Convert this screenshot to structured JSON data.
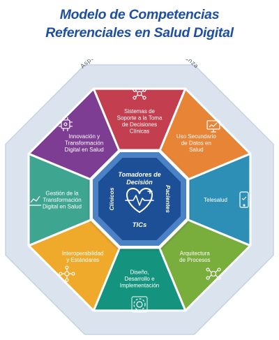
{
  "title": {
    "line1": "Modelo de Competencias",
    "line2": "Referenciales en Salud Digital"
  },
  "ring_label": "Aspectos Éticos, Legales y Gobernanza",
  "colors": {
    "title": "#1f4fa0",
    "ring": "#dbe3ee",
    "center": "#1e4f95",
    "center_ring": "#4c82c6"
  },
  "segments": [
    {
      "id": "sistemas",
      "lines": [
        "Sistemas de",
        "Soporte a la Toma",
        "de Decisiones",
        "Clínicas"
      ],
      "color": "#c33f4f",
      "icon": "network-icon"
    },
    {
      "id": "uso",
      "lines": [
        "Uso Secundario",
        "de Datos en",
        "Salud"
      ],
      "color": "#e88436",
      "icon": "monitor-icon"
    },
    {
      "id": "telesalud",
      "lines": [
        "Telesalud"
      ],
      "color": "#2e8fb6",
      "icon": "smartphone-icon"
    },
    {
      "id": "arquitectura",
      "lines": [
        "Arquitectura",
        "de Procesos"
      ],
      "color": "#79ad3c",
      "icon": "workflow-icon"
    },
    {
      "id": "diseno",
      "lines": [
        "Diseño,",
        "Desarrollo e",
        "Implementación"
      ],
      "color": "#14947e",
      "icon": "gear-icon"
    },
    {
      "id": "interop",
      "lines": [
        "Interoperabilidad",
        "y Estándares"
      ],
      "color": "#efaa2c",
      "icon": "hub-icon"
    },
    {
      "id": "gestion",
      "lines": [
        "Gestión de la",
        "Transformación",
        "Digital en Salud"
      ],
      "color": "#3ea591",
      "icon": "chart-icon"
    },
    {
      "id": "innovacion",
      "lines": [
        "Innovación y",
        "Transformación",
        "Digital en Salud"
      ],
      "color": "#7c3d93",
      "icon": "circuit-icon"
    }
  ],
  "center": {
    "top_lines": [
      "Tomadores de",
      "Decisión"
    ],
    "right": "Pacientes",
    "bottom": "TICs",
    "left": "Clínicos",
    "icon": "heart-pulse-icon"
  }
}
